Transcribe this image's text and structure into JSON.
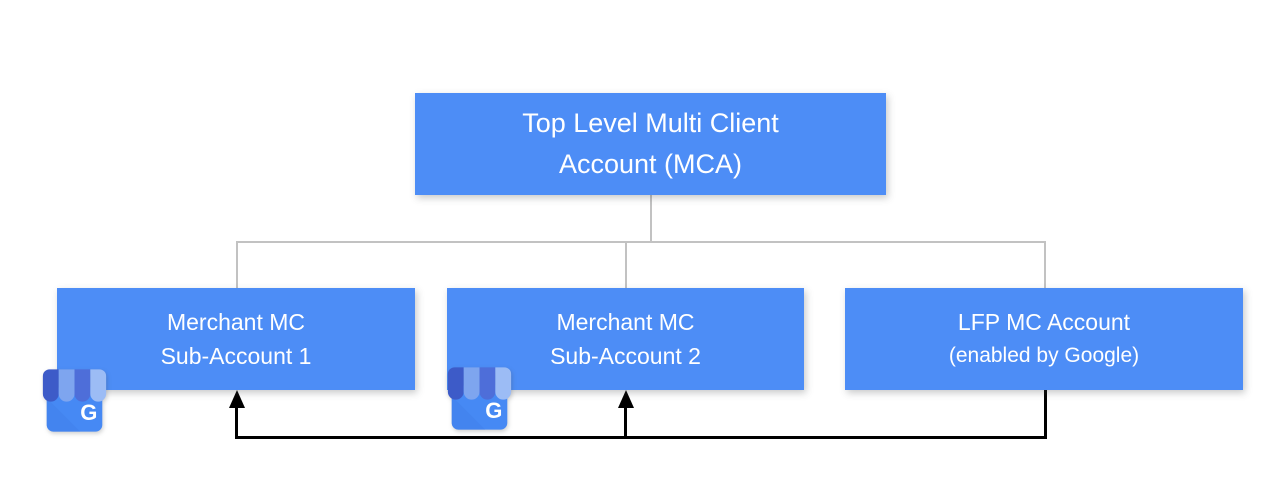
{
  "diagram": {
    "type": "org-chart",
    "colors": {
      "node_blue": "#4D8DF6",
      "node_text": "#FFFFFF",
      "connector_gray": "#C2C2C2",
      "connector_black": "#000000",
      "icon_body_blue": "#4689F4",
      "icon_shade_blue": "#3E7CE8",
      "icon_awning": [
        "#3D5BC8",
        "#7EA5EF",
        "#4E6ED9",
        "#9CBCF5"
      ],
      "icon_letter_color": "#FFFFFF"
    },
    "root_node": {
      "line1": "Top Level Multi Client",
      "line2": "Account (MCA)"
    },
    "child_nodes": [
      {
        "line1": "Merchant MC",
        "line2": "Sub-Account 1",
        "icon": "google-my-business-icon"
      },
      {
        "line1": "Merchant MC",
        "line2": "Sub-Account 2",
        "icon": "google-my-business-icon"
      },
      {
        "line1": "LFP MC Account",
        "line2": "(enabled by Google)",
        "icon": null
      }
    ],
    "icons": {
      "letter": "G"
    }
  }
}
